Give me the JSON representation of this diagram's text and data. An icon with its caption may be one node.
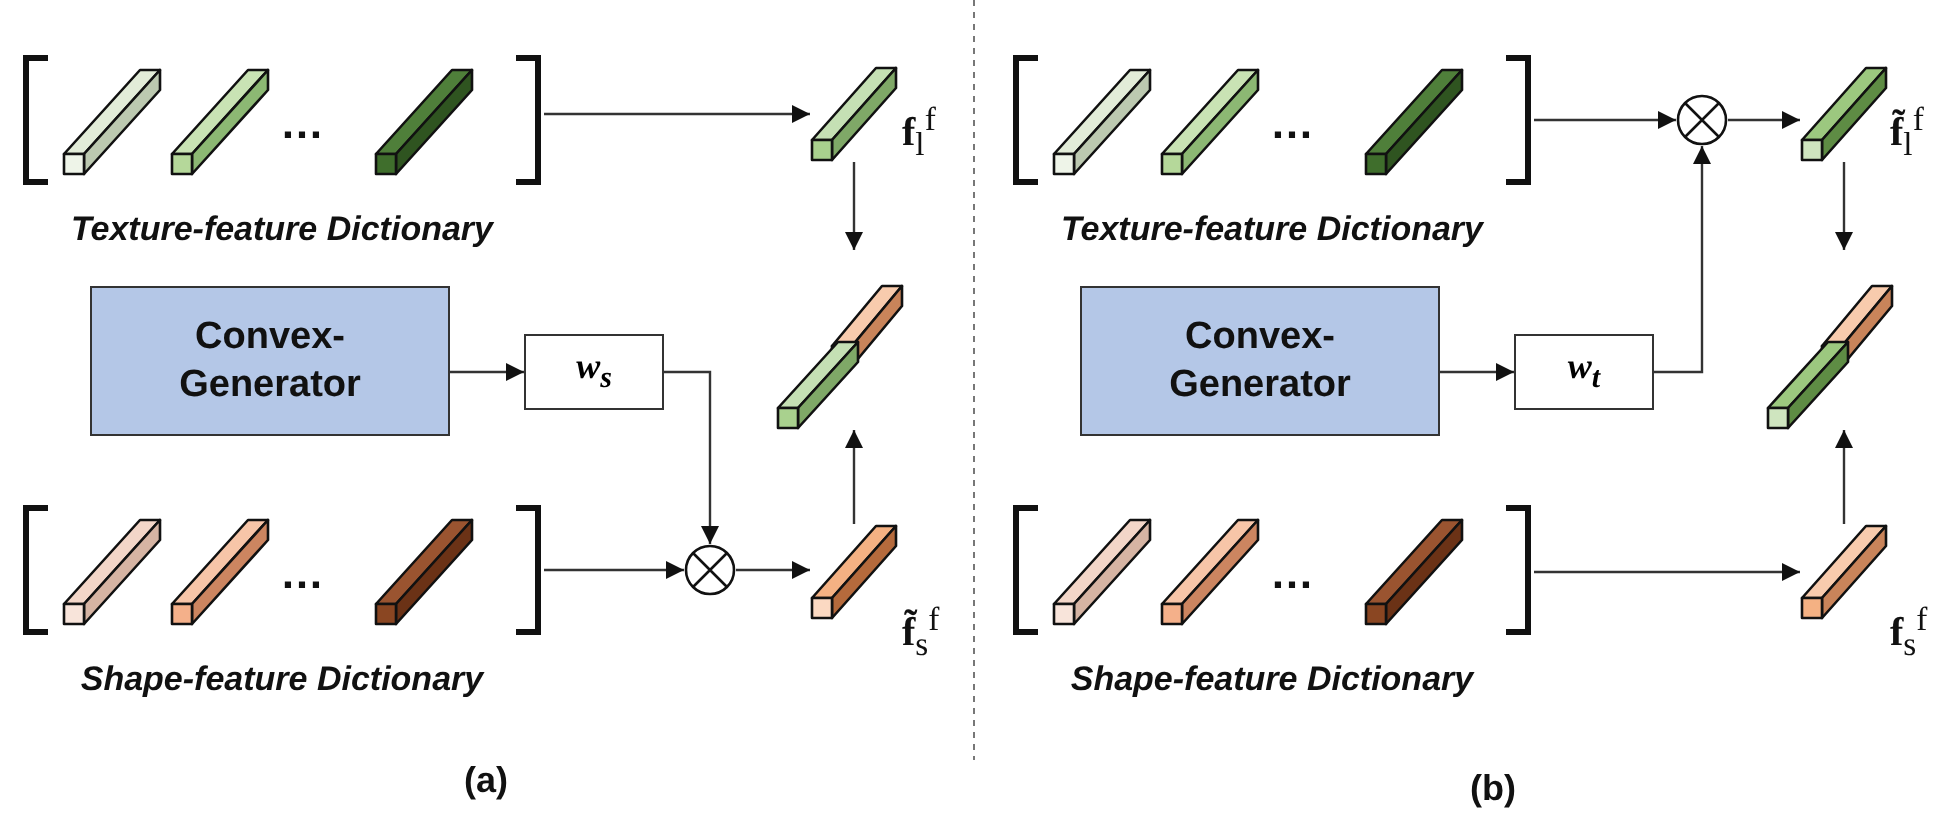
{
  "diagram": {
    "nodes": [
      {
        "text": [
          "…",
          "Texture-feature Dictionary"
        ]
      },
      {
        "text": [],
        "shape": "bar",
        "beside": [
          "**f**$_{l}$$^{f}$"
        ]
      },
      {
        "text": [
          "Convex-Generator"
        ]
      },
      {
        "text": [
          "w$_{s}$"
        ]
      },
      {
        "text": [],
        "shape": "bar"
      },
      {
        "text": [
          "…",
          "Shape-feature Dictionary"
        ]
      },
      {
        "text": [],
        "shape": "circle"
      },
      {
        "text": [],
        "shape": "bar",
        "beside": [
          "**f̃**$_{s}$$^{f}$"
        ]
      },
      {
        "text": [
          "…",
          "Texture-feature Dictionary"
        ]
      },
      {
        "text": [],
        "shape": "circle"
      },
      {
        "text": [],
        "shape": "bar",
        "beside": [
          "**f̃**$_{l}$$^{f}$"
        ]
      },
      {
        "text": [
          "Convex-Generator"
        ]
      },
      {
        "text": [
          "w$_{t}$"
        ]
      },
      {
        "text": [],
        "shape": "bar"
      },
      {
        "text": [
          "…",
          "Shape-feature Dictionary"
        ]
      },
      {
        "text": [],
        "shape": "bar",
        "beside": [
          "**f**$_{s}$$^{f}$"
        ]
      }
    ],
    "edges": [
      {
        "from": 0,
        "to": 1,
        "arrow": "to"
      },
      {
        "from": 1,
        "to": 4,
        "arrow": "to"
      },
      {
        "from": 2,
        "to": 3,
        "arrow": "to"
      },
      {
        "from": 3,
        "to": 6,
        "arrow": "to"
      },
      {
        "from": 5,
        "to": 6,
        "arrow": "to"
      },
      {
        "from": 6,
        "to": 7,
        "arrow": "to"
      },
      {
        "from": 7,
        "to": 4,
        "arrow": "to"
      },
      {
        "from": 8,
        "to": 9,
        "arrow": "to"
      },
      {
        "from": 9,
        "to": 10,
        "arrow": "to"
      },
      {
        "from": 10,
        "to": 13,
        "arrow": "to"
      },
      {
        "from": 11,
        "to": 12,
        "arrow": "to"
      },
      {
        "from": 12,
        "to": 9,
        "arrow": "to"
      },
      {
        "from": 14,
        "to": 15,
        "arrow": "to"
      },
      {
        "from": 15,
        "to": 13,
        "arrow": "to"
      }
    ],
    "labels": [
      "(a)",
      "(b)"
    ]
  }
}
